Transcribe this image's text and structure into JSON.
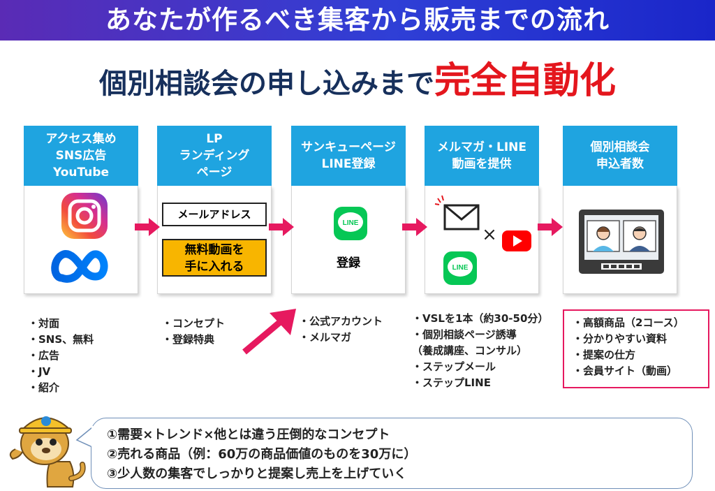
{
  "header": {
    "title": "あなたが作るべき集客から販売までの流れ",
    "subtitle_main": "個別相談会の申し込みまで",
    "subtitle_highlight": "完全自動化"
  },
  "colors": {
    "banner": "#2f3fd6",
    "step_header": "#1fa4e0",
    "arrow": "#e6195f",
    "highlight": "#e4161d",
    "button": "#f8b500"
  },
  "steps": [
    {
      "header": [
        "アクセス集め",
        "SNS広告",
        "YouTube"
      ],
      "icons": [
        "instagram-icon",
        "meta-icon"
      ]
    },
    {
      "header": [
        "LP",
        "ランディング",
        "ページ"
      ],
      "box1": "メールアドレス",
      "box2": [
        "無料動画を",
        "手に入れる"
      ]
    },
    {
      "header": [
        "サンキューページ",
        "LINE登録"
      ],
      "line_badge": "LINE",
      "caption": "登録"
    },
    {
      "header": [
        "メルマガ・LINE",
        "動画を提供"
      ],
      "line_badge": "LINE",
      "times": "×",
      "icons": [
        "mail-icon",
        "youtube-icon",
        "line-icon"
      ]
    },
    {
      "header": [
        "個別相談会",
        "申込者数"
      ],
      "icons": [
        "video-call-icon"
      ]
    }
  ],
  "bullets": [
    [
      "・対面",
      "・SNS、無料",
      "・広告",
      "・JV",
      "・紹介"
    ],
    [
      "・コンセプト",
      "・登録特典"
    ],
    [
      "・公式アカウント",
      "・メルマガ"
    ],
    [
      "・VSLを1本（約30-50分）",
      "・個別相談ページ誘導",
      "（養成講座、コンサル）",
      "・ステップメール",
      "・ステップLINE"
    ],
    [
      "・高額商品（2コース）",
      "・分かりやすい資料",
      "・提案の仕方",
      "・会員サイト（動画）"
    ]
  ],
  "notes": [
    "①需要×トレンド×他とは違う圧倒的なコンセプト",
    "②売れる商品（例：60万の商品価値のものを30万に）",
    "③少人数の集客でしっかりと提案し売上を上げていく"
  ]
}
